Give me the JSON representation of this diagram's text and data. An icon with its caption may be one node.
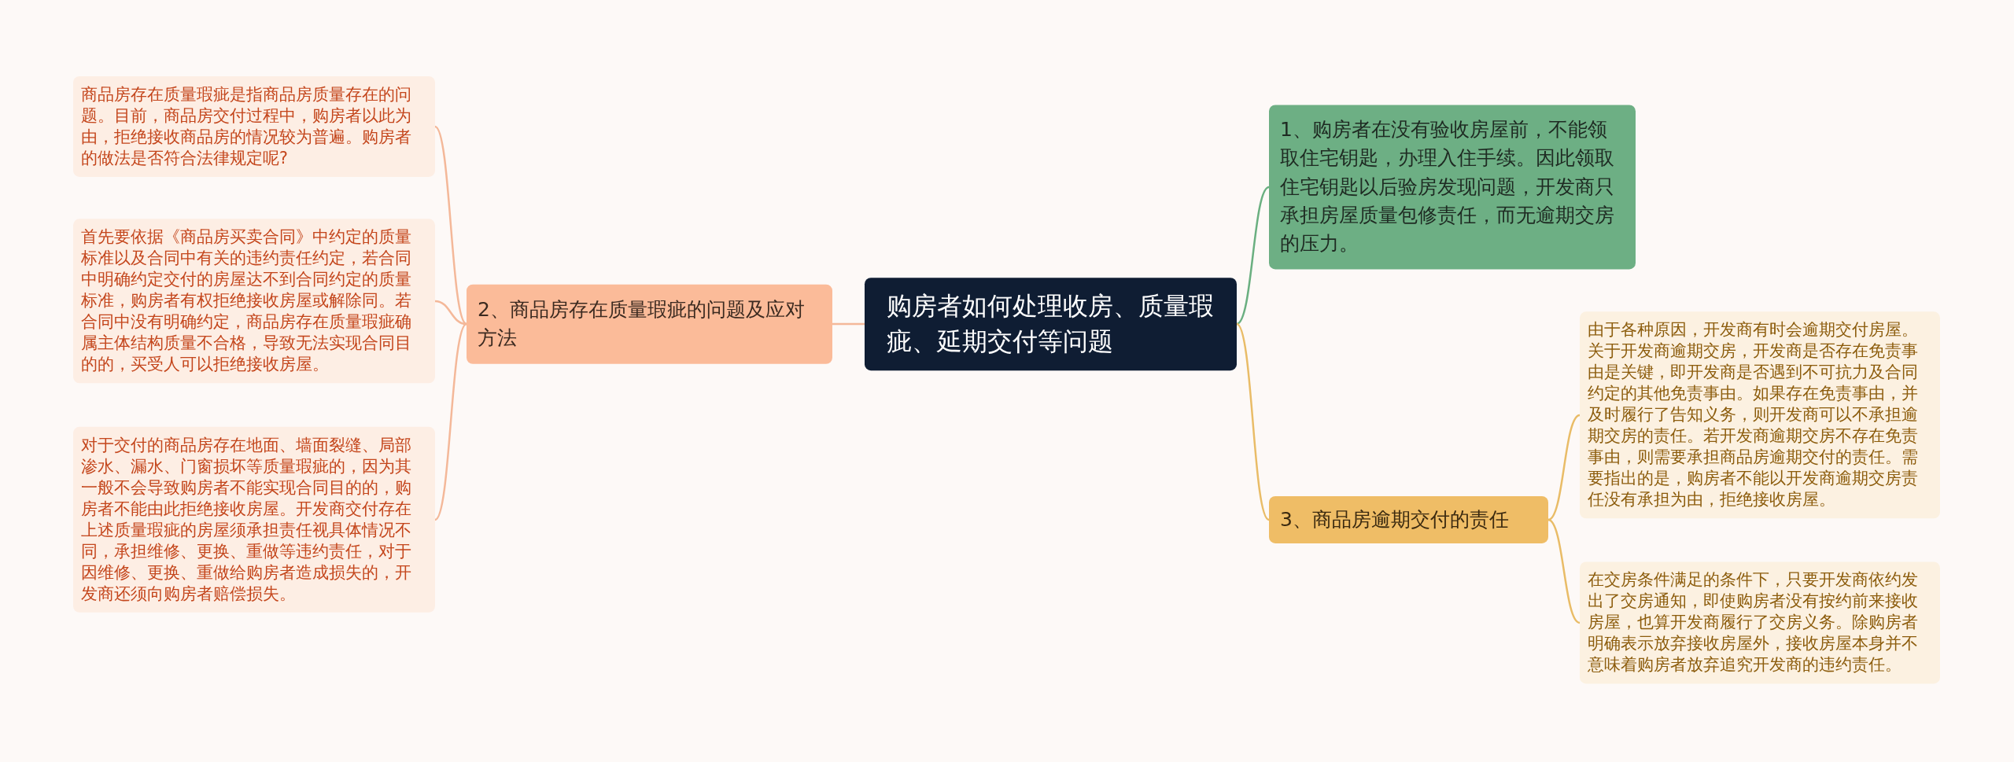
{
  "diagram": {
    "nodes": [
      {
        "text": [
          "购房者如何处理收房、质量瑕疵、延期交付等问题"
        ]
      },
      {
        "text": [
          "1、购房者在没有验收房屋前，不能领取住宅钥匙，办理入住手续。因此领取住宅钥匙以后验房发现问题，开发商只承担房屋质量包修责任，而无逾期交房的压力。"
        ]
      },
      {
        "text": [
          "2、商品房存在质量瑕疵的问题及应对方法"
        ]
      },
      {
        "text": [
          "商品房存在质量瑕疵是指商品房质量存在的问题。目前，商品房交付过程中，购房者以此为由，拒绝接收商品房的情况较为普遍。购房者的做法是否符合法律规定呢?"
        ]
      },
      {
        "text": [
          "首先要依据《商品房买卖合同》中约定的质量标准以及合同中有关的违约责任约定，若合同中明确约定交付的房屋达不到合同约定的质量标准，购房者有权拒绝接收房屋或解除同。若合同中没有明确约定，商品房存在质量瑕疵确属主体结构质量不合格，导致无法实现合同目的的，买受人可以拒绝接收房屋。"
        ]
      },
      {
        "text": [
          "对于交付的商品房存在地面、墙面裂缝、局部渗水、漏水、门窗损坏等质量瑕疵的，因为其一般不会导致购房者不能实现合同目的的，购房者不能由此拒绝接收房屋。开发商交付存在上述质量瑕疵的房屋须承担责任视具体情况不同，承担维修、更换、重做等违约责任，对于因维修、更换、重做给购房者造成损失的，开发商还须向购房者赔偿损失。"
        ]
      },
      {
        "text": [
          "3、商品房逾期交付的责任"
        ]
      },
      {
        "text": [
          "由于各种原因，开发商有时会逾期交付房屋。关于开发商逾期交房，开发商是否存在免责事由是关键，即开发商是否遇到不可抗力及合同约定的其他免责事由。如果存在免责事由，并及时履行了告知义务，则开发商可以不承担逾期交房的责任。若开发商逾期交房不存在免责事由，则需要承担商品房逾期交付的责任。需要指出的是，购房者不能以开发商逾期交房责任没有承担为由，拒绝接收房屋。"
        ]
      },
      {
        "text": [
          "在交房条件满足的条件下，只要开发商依约发出了交房通知，即使购房者没有按约前来接收房屋，也算开发商履行了交房义务。除购房者明确表示放弃接收房屋外，接收房屋本身并不意味着购房者放弃追究开发商的违约责任。"
        ]
      }
    ],
    "edges": [
      {
        "from": 0,
        "to": 1,
        "arrow": "none",
        "color": "#6aaf80"
      },
      {
        "from": 0,
        "to": 2,
        "arrow": "none",
        "color": "#f4b899"
      },
      {
        "from": 2,
        "to": 3,
        "arrow": "none",
        "color": "#f4b899"
      },
      {
        "from": 2,
        "to": 4,
        "arrow": "none",
        "color": "#f4b899"
      },
      {
        "from": 2,
        "to": 5,
        "arrow": "none",
        "color": "#f4b899"
      },
      {
        "from": 0,
        "to": 6,
        "arrow": "none",
        "color": "#e9bc67"
      },
      {
        "from": 6,
        "to": 7,
        "arrow": "none",
        "color": "#e9bc67"
      },
      {
        "from": 6,
        "to": 8,
        "arrow": "none",
        "color": "#e9bc67"
      }
    ]
  }
}
